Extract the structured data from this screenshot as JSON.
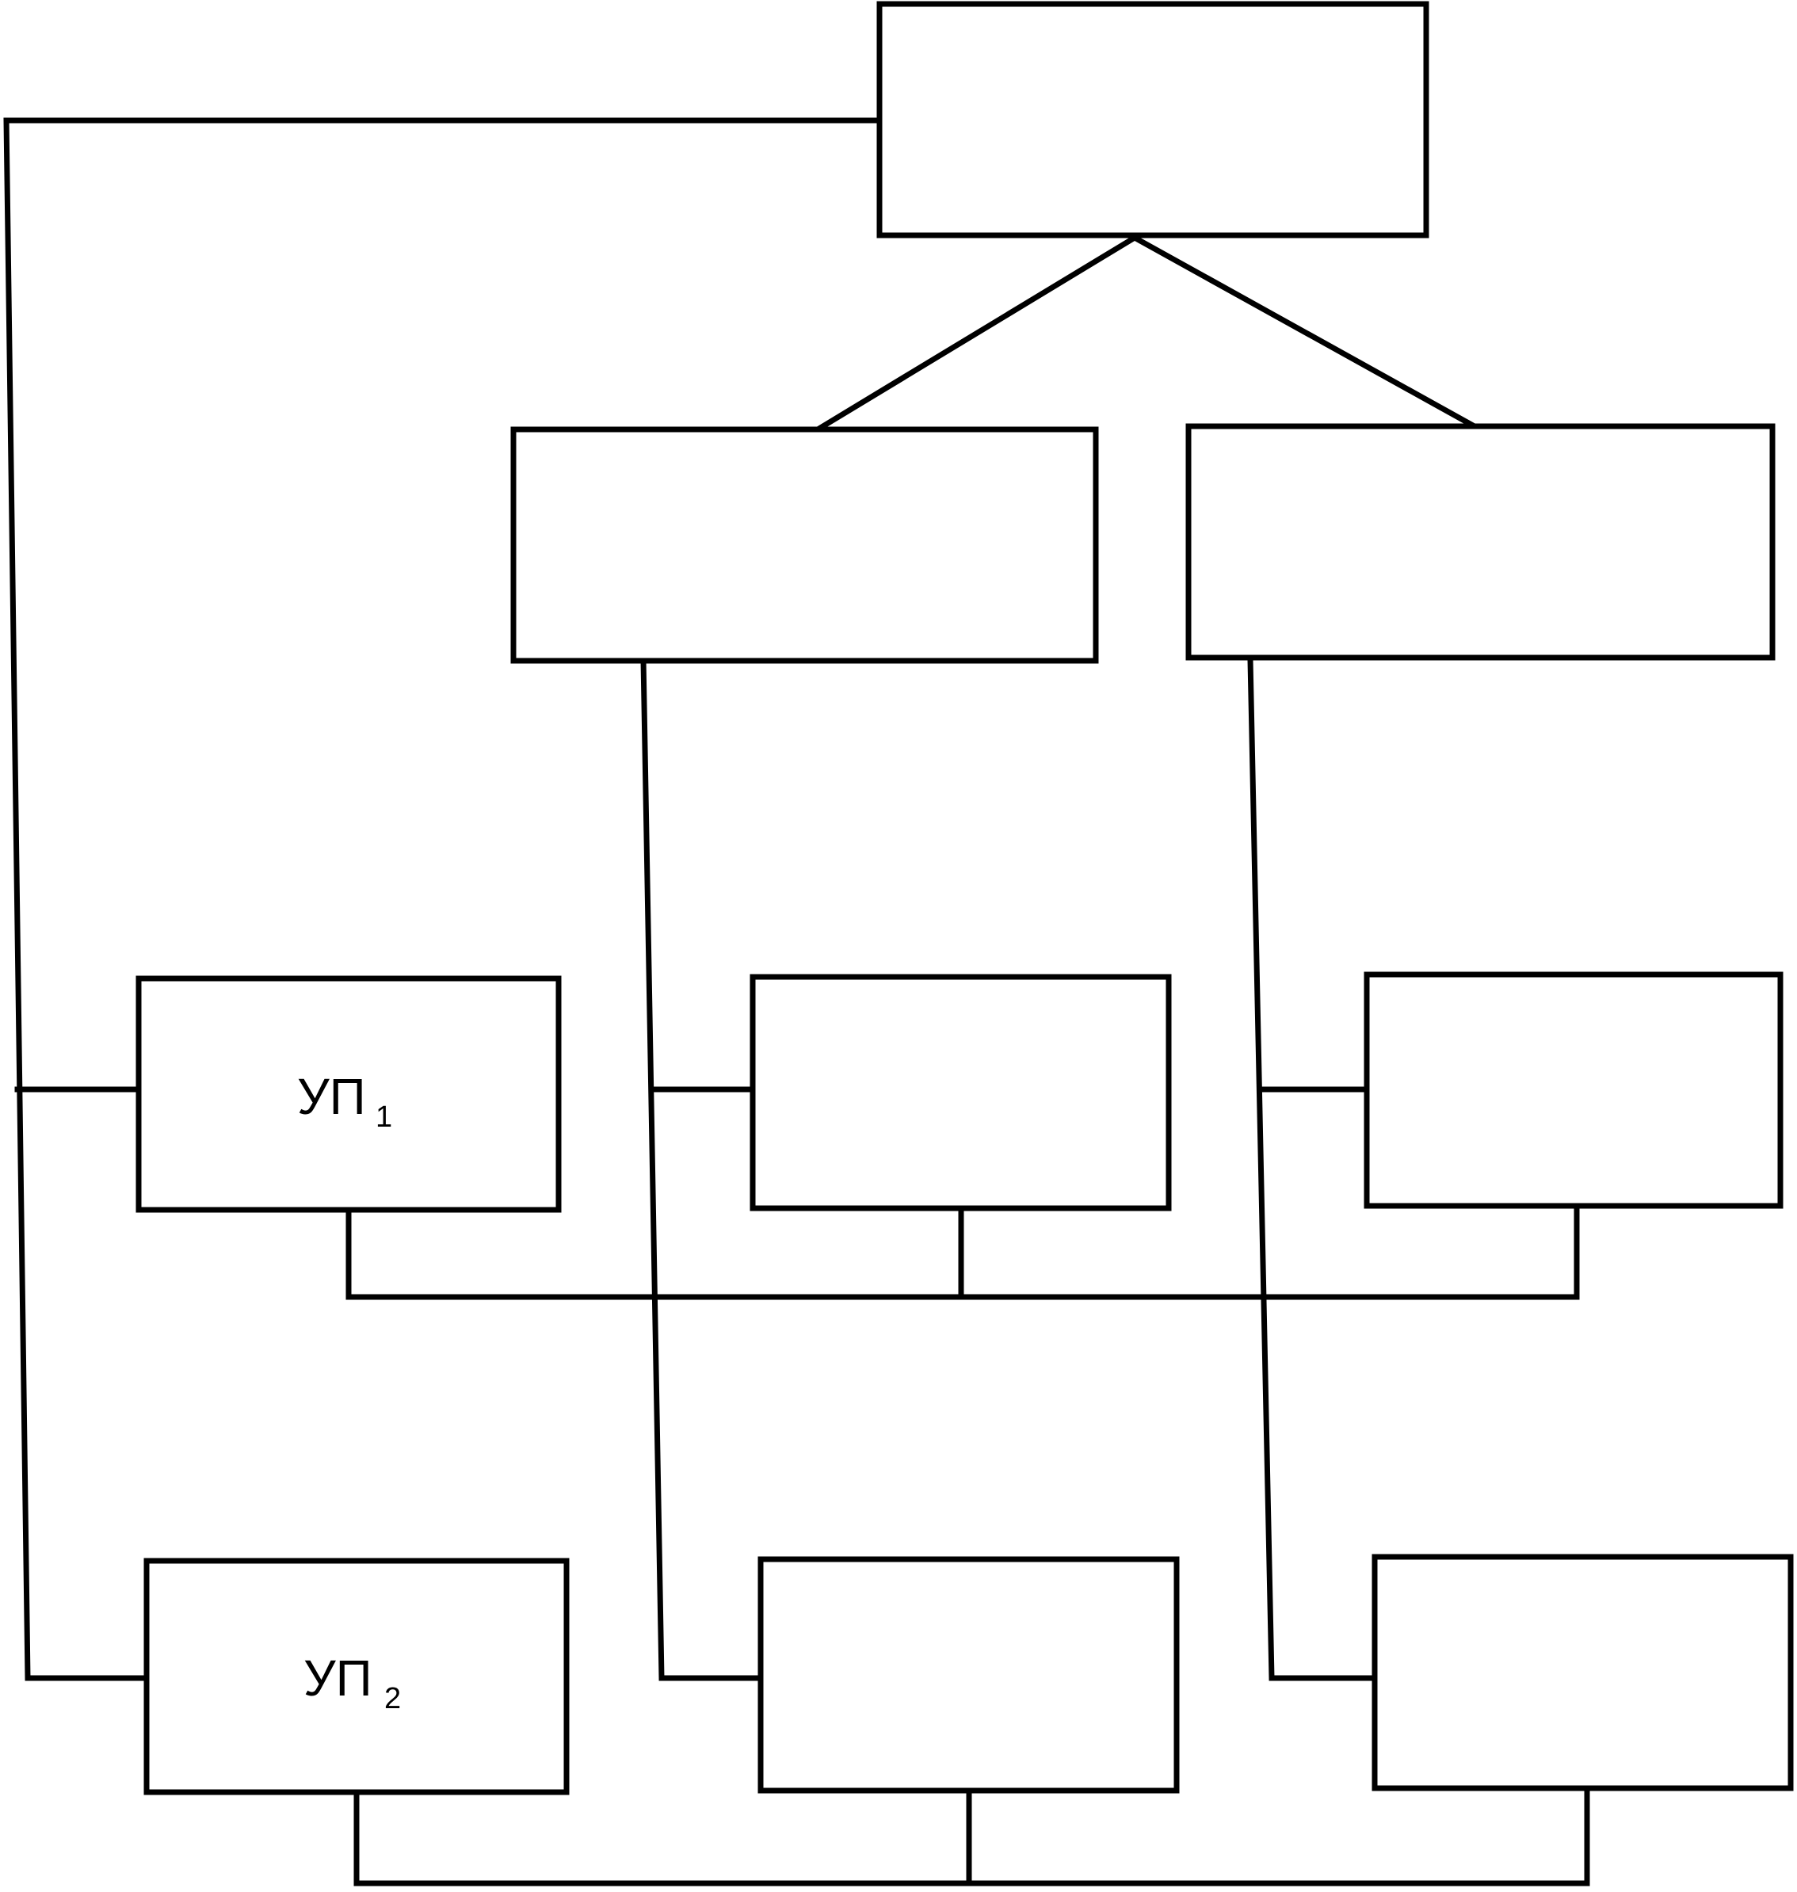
{
  "diagram": {
    "colors": {
      "stroke": "#000000",
      "background": "#ffffff"
    },
    "nodes": [
      {
        "id": "top",
        "label": "",
        "sub": ""
      },
      {
        "id": "mid-left",
        "label": "",
        "sub": ""
      },
      {
        "id": "mid-right",
        "label": "",
        "sub": ""
      },
      {
        "id": "up1",
        "label": "УП",
        "sub": "1"
      },
      {
        "id": "row1-center",
        "label": "",
        "sub": ""
      },
      {
        "id": "row1-right",
        "label": "",
        "sub": ""
      },
      {
        "id": "up2",
        "label": "УП",
        "sub": "2"
      },
      {
        "id": "row2-center",
        "label": "",
        "sub": ""
      },
      {
        "id": "row2-right",
        "label": "",
        "sub": ""
      }
    ],
    "edges": [
      {
        "from": "top",
        "to": "mid-left"
      },
      {
        "from": "top",
        "to": "mid-right"
      },
      {
        "from": "top",
        "to": "up1"
      },
      {
        "from": "top",
        "to": "up2"
      },
      {
        "from": "mid-left",
        "to": "row1-center"
      },
      {
        "from": "mid-left",
        "to": "row2-center"
      },
      {
        "from": "mid-right",
        "to": "row1-right"
      },
      {
        "from": "mid-right",
        "to": "row2-right"
      },
      {
        "from": "up1",
        "to": "row1-center"
      },
      {
        "from": "row1-center",
        "to": "row1-right"
      },
      {
        "from": "up2",
        "to": "row2-center"
      },
      {
        "from": "row2-center",
        "to": "row2-right"
      }
    ]
  }
}
